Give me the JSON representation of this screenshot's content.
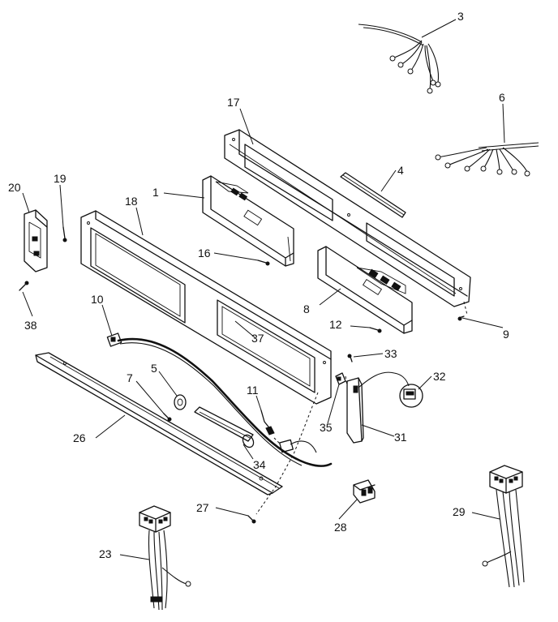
{
  "callouts": {
    "c1": "1",
    "c3": "3",
    "c4": "4",
    "c5": "5",
    "c6": "6",
    "c7": "7",
    "c8": "8",
    "c9": "9",
    "c10": "10",
    "c11": "11",
    "c12": "12",
    "c16": "16",
    "c17": "17",
    "c18": "18",
    "c19": "19",
    "c20": "20",
    "c23": "23",
    "c26": "26",
    "c27": "27",
    "c28": "28",
    "c29": "29",
    "c31": "31",
    "c32": "32",
    "c33": "33",
    "c34": "34",
    "c35": "35",
    "c37": "37",
    "c38": "38"
  }
}
